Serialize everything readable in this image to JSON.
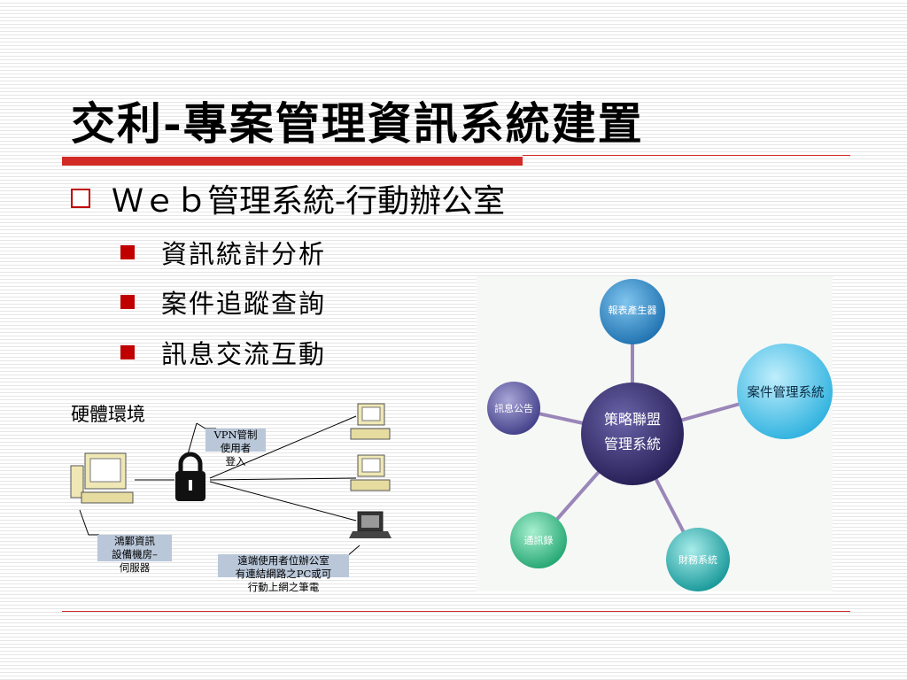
{
  "slide": {
    "title": "交利-專案管理資訊系統建置",
    "level1": "Ｗｅｂ管理系統-行動辦公室",
    "level2": [
      "資訊統計分析",
      "案件追蹤查詢",
      "訊息交流互動"
    ]
  },
  "hardware": {
    "label": "硬體環境",
    "vpn_caption": [
      "VPN管制",
      "使用者",
      "登入"
    ],
    "server_caption": [
      "鴻鄴資訊",
      "設備機房–",
      "伺服器"
    ],
    "remote_caption": [
      "遠端使用者位辦公室",
      "有連結網路之PC或可",
      "行動上網之筆電"
    ]
  },
  "org": {
    "center": [
      "策略聯盟",
      "管理系統"
    ],
    "nodes": {
      "report": "報表產生器",
      "case": "案件管理系統",
      "message": "訊息公告",
      "contacts": "通訊錄",
      "finance": "財務系統"
    }
  },
  "colors": {
    "accent_red": "#d22b26",
    "bullet_red": "#c00000",
    "caption_bg": "#b9c7d9",
    "center_node": "#3d3577",
    "report_node": "#2e8cc4",
    "case_node": "#44c0e6",
    "message_node": "#5c5aa0",
    "contacts_node": "#3fbf8a",
    "finance_node": "#2fb0b2",
    "spoke": "#9a86b8"
  }
}
